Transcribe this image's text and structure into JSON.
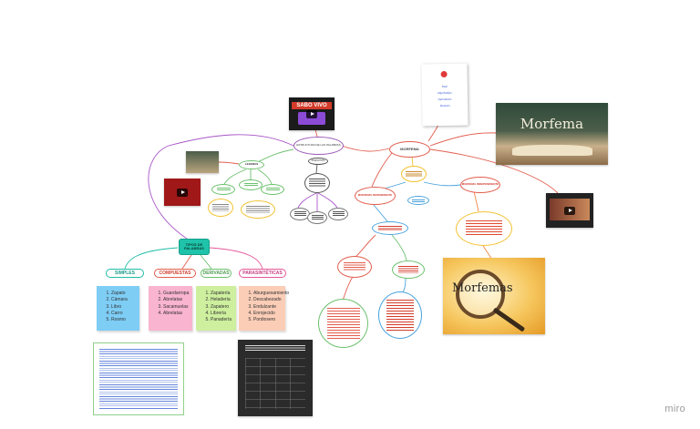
{
  "board": {
    "brand": "miro"
  },
  "nodes": {
    "estructura_title": "ESTRUCTURA DE LAS PALABRAS",
    "morfema_title": "MORFEMA",
    "lexemas": "LEXEMAS",
    "flexivos": "FLEXIVOS",
    "morfema_dependiente": "MORFEMA DEPENDIENTE",
    "morfema_independiente": "MORFEMA INDEPENDIENTE",
    "tipos_palabras": "TIPOS DE PALABRAS"
  },
  "categories": {
    "simples": "SIMPLES",
    "compuestas": "COMPUESTAS",
    "derivadas": "DERIVADAS",
    "parasinteticas": "PARASINTÉTICAS"
  },
  "lists": {
    "simples": [
      "Zapato",
      "Cámara",
      "Libro",
      "Carro",
      "Rosmo"
    ],
    "compuestas": [
      "Guardarropa",
      "Abrelatas",
      "Sacamuelas",
      "Abrelatas"
    ],
    "derivadas": [
      "Zapatería",
      "Heladería",
      "Zapatero",
      "Librería",
      "Panadería"
    ],
    "parasinteticas": [
      "Aburguesamiento",
      "Descabezado",
      "Endulzante",
      "Enrojecido",
      "Pordiosero"
    ]
  },
  "images": {
    "morfema_banner": "Morfema",
    "morfemas_magnifier": "Morfemas",
    "video_top": "SABO VIVO"
  },
  "paper_note": {
    "lines": [
      "Raíz",
      "Afijo/Sufijos",
      "Derivativos",
      "Flexivos"
    ]
  },
  "colors": {
    "purple": "#a855c7",
    "red": "#e25d4e",
    "orange": "#f08a48",
    "blue": "#49a3dd",
    "green": "#6cc06e",
    "teal": "#1fbba6",
    "pink": "#e5559a",
    "yellow": "#f2c232",
    "sticky_blue": "#7ecdf5",
    "sticky_pink": "#f9b4cf",
    "sticky_green": "#cdef9e",
    "sticky_peach": "#fbcdb7",
    "tipos_fill": "#1fc3a9"
  }
}
